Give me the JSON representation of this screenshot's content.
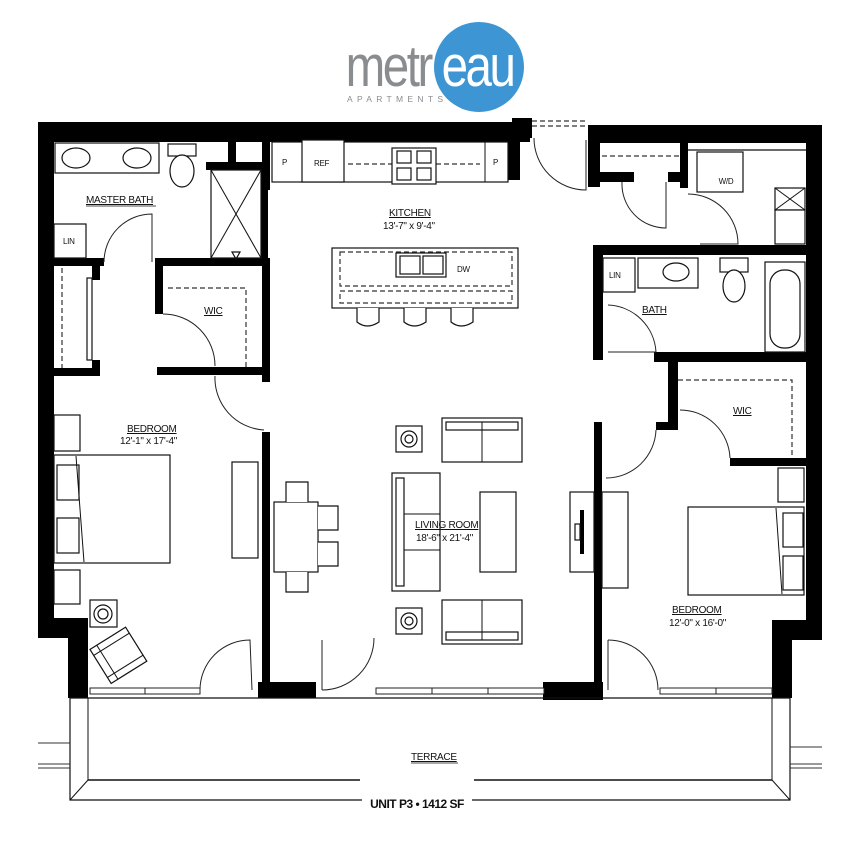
{
  "brand": {
    "name_part1": "metr",
    "name_part2": "eau",
    "subtitle": "APARTMENTS",
    "gray": "#8a8d90",
    "blue": "#3d95d3"
  },
  "rooms": {
    "master_bath": {
      "label": "MASTER BATH"
    },
    "master_lin": {
      "label": "LIN"
    },
    "master_wic": {
      "label": "WIC"
    },
    "master_bedroom": {
      "label": "BEDROOM",
      "size": "12'-1\" x 17'-4\""
    },
    "kitchen": {
      "label": "KITCHEN",
      "size": "13'-7\" x 9'-4\""
    },
    "kitchen_fixtures": {
      "pantry_left": "P",
      "ref": "REF",
      "pantry_right": "P",
      "dishwasher": "DW"
    },
    "laundry": {
      "label": "W/D"
    },
    "bath": {
      "label": "BATH"
    },
    "bath_lin": {
      "label": "LIN"
    },
    "living_room": {
      "label": "LIVING ROOM",
      "size": "18'-6\" x 21'-4\""
    },
    "second_wic": {
      "label": "WIC"
    },
    "second_bedroom": {
      "label": "BEDROOM",
      "size": "12'-0\" x 16'-0\""
    },
    "terrace": {
      "label": "TERRACE"
    }
  },
  "unit": {
    "caption": "UNIT P3 • 1412 SF"
  }
}
